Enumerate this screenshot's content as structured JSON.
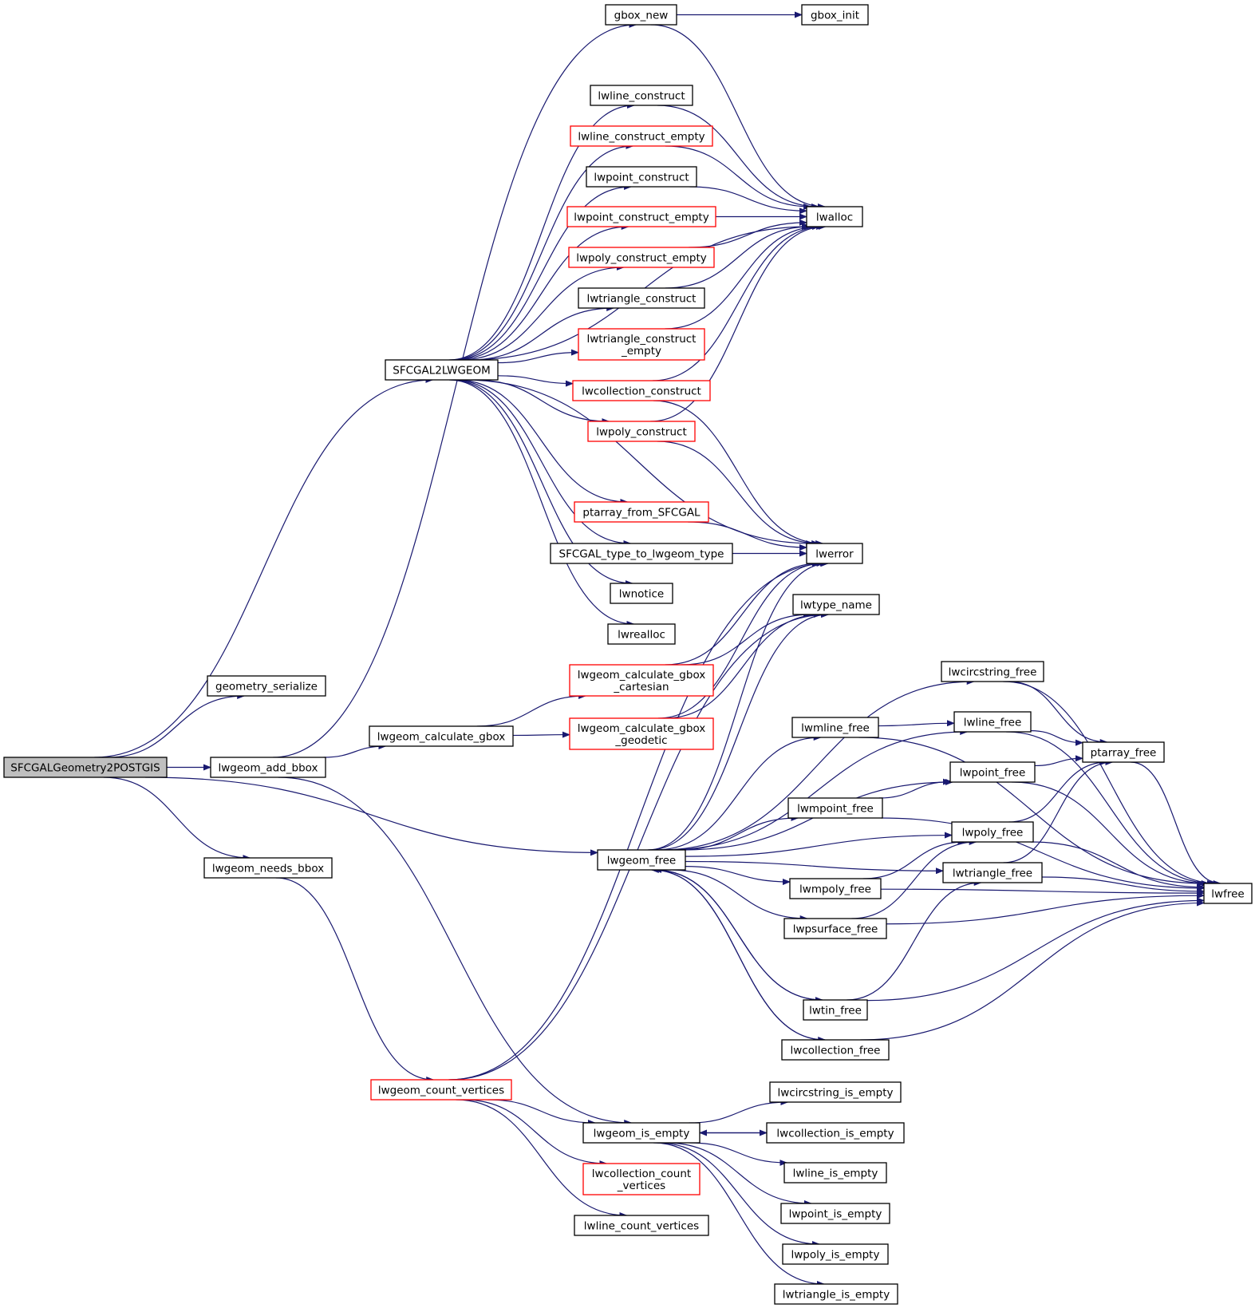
{
  "nodes": [
    {
      "id": "SFCGALGeometry2POSTGIS",
      "lines": [
        "SFCGALGeometry2POSTGIS"
      ],
      "style": "root",
      "interactable": false
    },
    {
      "id": "geometry_serialize",
      "lines": [
        "geometry_serialize"
      ],
      "style": "black",
      "interactable": true
    },
    {
      "id": "lwgeom_add_bbox",
      "lines": [
        "lwgeom_add_bbox"
      ],
      "style": "black",
      "interactable": true
    },
    {
      "id": "lwgeom_needs_bbox",
      "lines": [
        "lwgeom_needs_bbox"
      ],
      "style": "black",
      "interactable": true
    },
    {
      "id": "SFCGAL2LWGEOM",
      "lines": [
        "SFCGAL2LWGEOM"
      ],
      "style": "black",
      "interactable": true
    },
    {
      "id": "lwgeom_calculate_gbox",
      "lines": [
        "lwgeom_calculate_gbox"
      ],
      "style": "black",
      "interactable": true
    },
    {
      "id": "lwgeom_count_vertices",
      "lines": [
        "lwgeom_count_vertices"
      ],
      "style": "red",
      "interactable": true
    },
    {
      "id": "gbox_new",
      "lines": [
        "gbox_new"
      ],
      "style": "black",
      "interactable": true
    },
    {
      "id": "gbox_init",
      "lines": [
        "gbox_init"
      ],
      "style": "black",
      "interactable": true
    },
    {
      "id": "lwline_construct",
      "lines": [
        "lwline_construct"
      ],
      "style": "black",
      "interactable": true
    },
    {
      "id": "lwline_construct_empty",
      "lines": [
        "lwline_construct_empty"
      ],
      "style": "red",
      "interactable": true
    },
    {
      "id": "lwpoint_construct",
      "lines": [
        "lwpoint_construct"
      ],
      "style": "black",
      "interactable": true
    },
    {
      "id": "lwpoint_construct_empty",
      "lines": [
        "lwpoint_construct_empty"
      ],
      "style": "red",
      "interactable": true
    },
    {
      "id": "lwpoly_construct_empty",
      "lines": [
        "lwpoly_construct_empty"
      ],
      "style": "red",
      "interactable": true
    },
    {
      "id": "lwtriangle_construct",
      "lines": [
        "lwtriangle_construct"
      ],
      "style": "black",
      "interactable": true
    },
    {
      "id": "lwtriangle_construct_empty",
      "lines": [
        "lwtriangle_construct",
        "_empty"
      ],
      "style": "red",
      "interactable": true
    },
    {
      "id": "lwcollection_construct",
      "lines": [
        "lwcollection_construct"
      ],
      "style": "red",
      "interactable": true
    },
    {
      "id": "lwpoly_construct",
      "lines": [
        "lwpoly_construct"
      ],
      "style": "red",
      "interactable": true
    },
    {
      "id": "ptarray_from_SFCGAL",
      "lines": [
        "ptarray_from_SFCGAL"
      ],
      "style": "red",
      "interactable": true
    },
    {
      "id": "SFCGAL_type_to_lwgeom_type",
      "lines": [
        "SFCGAL_type_to_lwgeom_type"
      ],
      "style": "black",
      "interactable": true
    },
    {
      "id": "lwnotice",
      "lines": [
        "lwnotice"
      ],
      "style": "black",
      "interactable": true
    },
    {
      "id": "lwrealloc",
      "lines": [
        "lwrealloc"
      ],
      "style": "black",
      "interactable": true
    },
    {
      "id": "lwgeom_calculate_gbox_cartesian",
      "lines": [
        "lwgeom_calculate_gbox",
        "_cartesian"
      ],
      "style": "red",
      "interactable": true
    },
    {
      "id": "lwgeom_calculate_gbox_geodetic",
      "lines": [
        "lwgeom_calculate_gbox",
        "_geodetic"
      ],
      "style": "red",
      "interactable": true
    },
    {
      "id": "lwgeom_free",
      "lines": [
        "lwgeom_free"
      ],
      "style": "black",
      "interactable": true
    },
    {
      "id": "lwgeom_is_empty",
      "lines": [
        "lwgeom_is_empty"
      ],
      "style": "black",
      "interactable": true
    },
    {
      "id": "lwcollection_count_vertices",
      "lines": [
        "lwcollection_count",
        "_vertices"
      ],
      "style": "red",
      "interactable": true
    },
    {
      "id": "lwline_count_vertices",
      "lines": [
        "lwline_count_vertices"
      ],
      "style": "black",
      "interactable": true
    },
    {
      "id": "lwalloc",
      "lines": [
        "lwalloc"
      ],
      "style": "black",
      "interactable": true
    },
    {
      "id": "lwerror",
      "lines": [
        "lwerror"
      ],
      "style": "black",
      "interactable": true
    },
    {
      "id": "lwtype_name",
      "lines": [
        "lwtype_name"
      ],
      "style": "black",
      "interactable": true
    },
    {
      "id": "lwmline_free",
      "lines": [
        "lwmline_free"
      ],
      "style": "black",
      "interactable": true
    },
    {
      "id": "lwmpoint_free",
      "lines": [
        "lwmpoint_free"
      ],
      "style": "black",
      "interactable": true
    },
    {
      "id": "lwmpoly_free",
      "lines": [
        "lwmpoly_free"
      ],
      "style": "black",
      "interactable": true
    },
    {
      "id": "lwpsurface_free",
      "lines": [
        "lwpsurface_free"
      ],
      "style": "black",
      "interactable": true
    },
    {
      "id": "lwtin_free",
      "lines": [
        "lwtin_free"
      ],
      "style": "black",
      "interactable": true
    },
    {
      "id": "lwcollection_free",
      "lines": [
        "lwcollection_free"
      ],
      "style": "black",
      "interactable": true
    },
    {
      "id": "lwcircstring_free",
      "lines": [
        "lwcircstring_free"
      ],
      "style": "black",
      "interactable": true
    },
    {
      "id": "lwline_free",
      "lines": [
        "lwline_free"
      ],
      "style": "black",
      "interactable": true
    },
    {
      "id": "lwpoint_free",
      "lines": [
        "lwpoint_free"
      ],
      "style": "black",
      "interactable": true
    },
    {
      "id": "lwpoly_free",
      "lines": [
        "lwpoly_free"
      ],
      "style": "black",
      "interactable": true
    },
    {
      "id": "lwtriangle_free",
      "lines": [
        "lwtriangle_free"
      ],
      "style": "black",
      "interactable": true
    },
    {
      "id": "ptarray_free",
      "lines": [
        "ptarray_free"
      ],
      "style": "black",
      "interactable": true
    },
    {
      "id": "lwfree",
      "lines": [
        "lwfree"
      ],
      "style": "black",
      "interactable": true
    },
    {
      "id": "lwcircstring_is_empty",
      "lines": [
        "lwcircstring_is_empty"
      ],
      "style": "black",
      "interactable": true
    },
    {
      "id": "lwcollection_is_empty",
      "lines": [
        "lwcollection_is_empty"
      ],
      "style": "black",
      "interactable": true
    },
    {
      "id": "lwline_is_empty",
      "lines": [
        "lwline_is_empty"
      ],
      "style": "black",
      "interactable": true
    },
    {
      "id": "lwpoint_is_empty",
      "lines": [
        "lwpoint_is_empty"
      ],
      "style": "black",
      "interactable": true
    },
    {
      "id": "lwpoly_is_empty",
      "lines": [
        "lwpoly_is_empty"
      ],
      "style": "black",
      "interactable": true
    },
    {
      "id": "lwtriangle_is_empty",
      "lines": [
        "lwtriangle_is_empty"
      ],
      "style": "black",
      "interactable": true
    }
  ],
  "edges": [
    [
      "SFCGALGeometry2POSTGIS",
      "geometry_serialize"
    ],
    [
      "SFCGALGeometry2POSTGIS",
      "SFCGAL2LWGEOM"
    ],
    [
      "SFCGALGeometry2POSTGIS",
      "lwgeom_add_bbox"
    ],
    [
      "SFCGALGeometry2POSTGIS",
      "lwgeom_free"
    ],
    [
      "SFCGALGeometry2POSTGIS",
      "lwgeom_needs_bbox"
    ],
    [
      "lwgeom_add_bbox",
      "gbox_new"
    ],
    [
      "lwgeom_add_bbox",
      "lwgeom_calculate_gbox"
    ],
    [
      "lwgeom_add_bbox",
      "lwgeom_is_empty"
    ],
    [
      "lwgeom_needs_bbox",
      "lwgeom_count_vertices"
    ],
    [
      "SFCGAL2LWGEOM",
      "lwalloc"
    ],
    [
      "SFCGAL2LWGEOM",
      "lwline_construct"
    ],
    [
      "SFCGAL2LWGEOM",
      "lwline_construct_empty"
    ],
    [
      "SFCGAL2LWGEOM",
      "lwpoint_construct"
    ],
    [
      "SFCGAL2LWGEOM",
      "lwpoint_construct_empty"
    ],
    [
      "SFCGAL2LWGEOM",
      "lwpoly_construct_empty"
    ],
    [
      "SFCGAL2LWGEOM",
      "lwtriangle_construct"
    ],
    [
      "SFCGAL2LWGEOM",
      "lwtriangle_construct_empty"
    ],
    [
      "SFCGAL2LWGEOM",
      "lwcollection_construct"
    ],
    [
      "SFCGAL2LWGEOM",
      "lwpoly_construct"
    ],
    [
      "SFCGAL2LWGEOM",
      "lwerror"
    ],
    [
      "SFCGAL2LWGEOM",
      "ptarray_from_SFCGAL"
    ],
    [
      "SFCGAL2LWGEOM",
      "SFCGAL_type_to_lwgeom_type"
    ],
    [
      "SFCGAL2LWGEOM",
      "lwnotice"
    ],
    [
      "SFCGAL2LWGEOM",
      "lwrealloc"
    ],
    [
      "gbox_new",
      "gbox_init"
    ],
    [
      "gbox_new",
      "lwalloc"
    ],
    [
      "lwline_construct",
      "lwalloc"
    ],
    [
      "lwline_construct_empty",
      "lwalloc"
    ],
    [
      "lwpoint_construct",
      "lwalloc"
    ],
    [
      "lwpoint_construct_empty",
      "lwalloc"
    ],
    [
      "lwpoly_construct_empty",
      "lwalloc"
    ],
    [
      "lwtriangle_construct",
      "lwalloc"
    ],
    [
      "lwtriangle_construct_empty",
      "lwalloc"
    ],
    [
      "lwcollection_construct",
      "lwalloc"
    ],
    [
      "lwcollection_construct",
      "lwerror"
    ],
    [
      "lwpoly_construct",
      "lwalloc"
    ],
    [
      "lwpoly_construct",
      "lwerror"
    ],
    [
      "ptarray_from_SFCGAL",
      "lwerror"
    ],
    [
      "SFCGAL_type_to_lwgeom_type",
      "lwerror"
    ],
    [
      "lwgeom_calculate_gbox",
      "lwgeom_calculate_gbox_cartesian"
    ],
    [
      "lwgeom_calculate_gbox",
      "lwgeom_calculate_gbox_geodetic"
    ],
    [
      "lwgeom_calculate_gbox_cartesian",
      "lwerror"
    ],
    [
      "lwgeom_calculate_gbox_cartesian",
      "lwtype_name"
    ],
    [
      "lwgeom_calculate_gbox_geodetic",
      "lwerror"
    ],
    [
      "lwgeom_calculate_gbox_geodetic",
      "lwtype_name"
    ],
    [
      "lwgeom_count_vertices",
      "lwerror"
    ],
    [
      "lwgeom_count_vertices",
      "lwtype_name"
    ],
    [
      "lwgeom_count_vertices",
      "lwgeom_is_empty"
    ],
    [
      "lwgeom_count_vertices",
      "lwcollection_count_vertices"
    ],
    [
      "lwgeom_count_vertices",
      "lwline_count_vertices"
    ],
    [
      "lwgeom_free",
      "lwerror"
    ],
    [
      "lwgeom_free",
      "lwtype_name"
    ],
    [
      "lwgeom_free",
      "lwcircstring_free"
    ],
    [
      "lwgeom_free",
      "lwline_free"
    ],
    [
      "lwgeom_free",
      "lwmline_free"
    ],
    [
      "lwgeom_free",
      "lwpoint_free"
    ],
    [
      "lwgeom_free",
      "lwmpoint_free"
    ],
    [
      "lwgeom_free",
      "lwpoly_free"
    ],
    [
      "lwgeom_free",
      "lwtriangle_free"
    ],
    [
      "lwgeom_free",
      "lwmpoly_free"
    ],
    [
      "lwgeom_free",
      "lwpsurface_free"
    ],
    [
      "lwgeom_free",
      "lwtin_free"
    ],
    [
      "lwgeom_free",
      "lwcollection_free"
    ],
    [
      "lwcircstring_free",
      "ptarray_free"
    ],
    [
      "lwcircstring_free",
      "lwfree"
    ],
    [
      "lwline_free",
      "ptarray_free"
    ],
    [
      "lwline_free",
      "lwfree"
    ],
    [
      "lwmline_free",
      "lwline_free"
    ],
    [
      "lwmline_free",
      "lwfree"
    ],
    [
      "lwpoint_free",
      "ptarray_free"
    ],
    [
      "lwpoint_free",
      "lwfree"
    ],
    [
      "lwmpoint_free",
      "lwpoint_free"
    ],
    [
      "lwmpoint_free",
      "lwfree"
    ],
    [
      "lwpoly_free",
      "ptarray_free"
    ],
    [
      "lwpoly_free",
      "lwfree"
    ],
    [
      "lwtriangle_free",
      "ptarray_free"
    ],
    [
      "lwtriangle_free",
      "lwfree"
    ],
    [
      "lwmpoly_free",
      "lwpoly_free"
    ],
    [
      "lwmpoly_free",
      "lwfree"
    ],
    [
      "lwpsurface_free",
      "lwpoly_free"
    ],
    [
      "lwpsurface_free",
      "lwfree"
    ],
    [
      "lwtin_free",
      "lwtriangle_free"
    ],
    [
      "lwtin_free",
      "lwfree"
    ],
    [
      "lwtin_free",
      "lwgeom_free"
    ],
    [
      "lwcollection_free",
      "lwfree"
    ],
    [
      "lwcollection_free",
      "lwgeom_free"
    ],
    [
      "ptarray_free",
      "lwfree"
    ],
    [
      "lwgeom_is_empty",
      "lwcircstring_is_empty"
    ],
    [
      "lwgeom_is_empty",
      "lwcollection_is_empty"
    ],
    [
      "lwgeom_is_empty",
      "lwline_is_empty"
    ],
    [
      "lwgeom_is_empty",
      "lwpoint_is_empty"
    ],
    [
      "lwgeom_is_empty",
      "lwpoly_is_empty"
    ],
    [
      "lwgeom_is_empty",
      "lwtriangle_is_empty"
    ],
    [
      "lwcollection_is_empty",
      "lwgeom_is_empty"
    ]
  ]
}
